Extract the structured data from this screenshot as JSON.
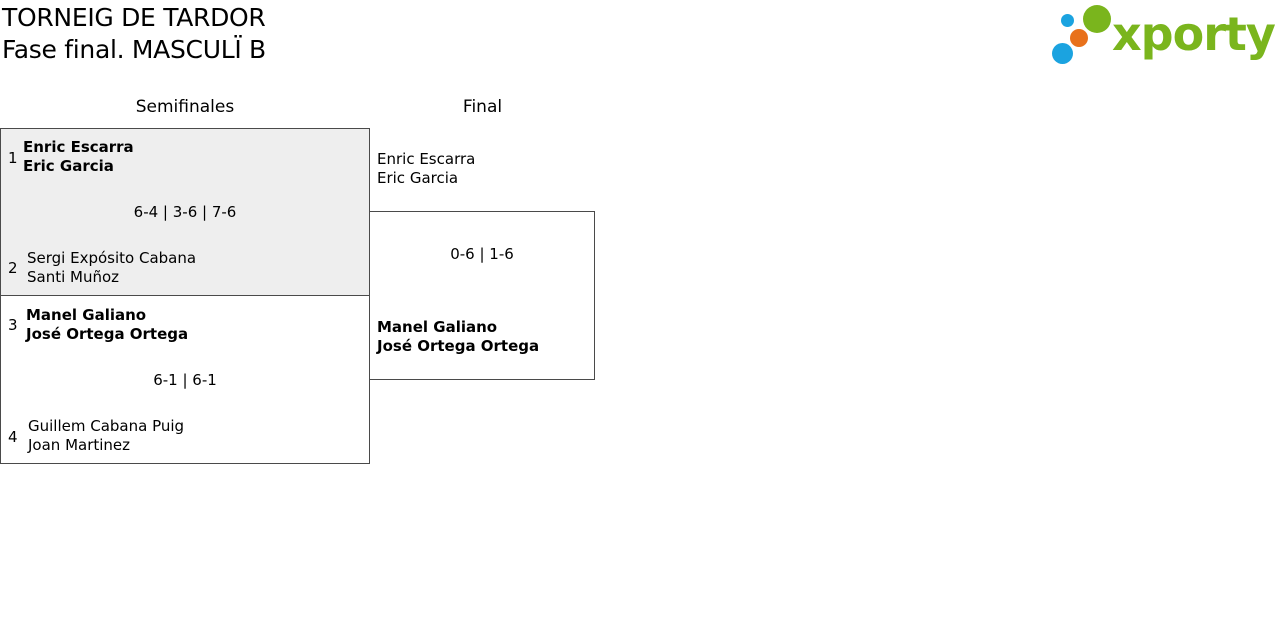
{
  "header": {
    "title": "TORNEIG DE TARDOR",
    "subtitle": "Fase final. MASCULÏ B"
  },
  "logo": {
    "text": "xporty",
    "brand_color": "#7ab51d",
    "dot_colors": [
      "#1ba3e0",
      "#7ab51d",
      "#e8711b",
      "#1ba3e0"
    ]
  },
  "rounds": {
    "semifinals_label": "Semifinales",
    "final_label": "Final"
  },
  "semifinal_1": {
    "seed_top": "1",
    "seed_bottom": "2",
    "team_top": {
      "player1": "Enric Escarra",
      "player2": "Eric Garcia"
    },
    "team_bottom": {
      "player1": "Sergi Expósito Cabana",
      "player2": "Santi Muñoz"
    },
    "score": "6-4 | 3-6 | 7-6"
  },
  "semifinal_2": {
    "seed_top": "3",
    "seed_bottom": "4",
    "team_top": {
      "player1": "Manel Galiano",
      "player2": "José Ortega Ortega"
    },
    "team_bottom": {
      "player1": "Guillem Cabana Puig",
      "player2": "Joan Martinez"
    },
    "score": "6-1 | 6-1"
  },
  "final": {
    "team_top": {
      "player1": "Enric Escarra",
      "player2": "Eric Garcia"
    },
    "team_bottom": {
      "player1": "Manel Galiano",
      "player2": "José Ortega Ortega"
    },
    "score": "0-6 | 1-6"
  }
}
